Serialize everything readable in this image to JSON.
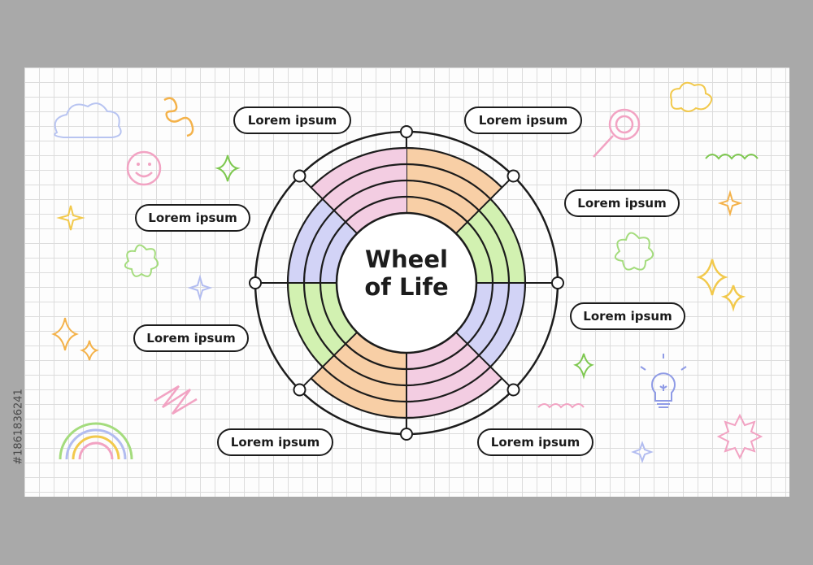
{
  "title_line1": "Wheel",
  "title_line2": "of Life",
  "labels": [
    "Lorem ipsum",
    "Lorem ipsum",
    "Lorem ipsum",
    "Lorem ipsum",
    "Lorem ipsum",
    "Lorem ipsum",
    "Lorem ipsum",
    "Lorem ipsum"
  ],
  "stock_id": "#1861836241",
  "segment_colors": [
    "#f8cfa6",
    "#d2f1b1",
    "#d2d3f6",
    "#f3cde2",
    "#f8cfa6",
    "#d2f1b1",
    "#d2d3f6",
    "#f3cde2"
  ],
  "segment_levels": [
    4,
    3,
    3,
    4,
    4,
    3,
    3,
    4
  ]
}
